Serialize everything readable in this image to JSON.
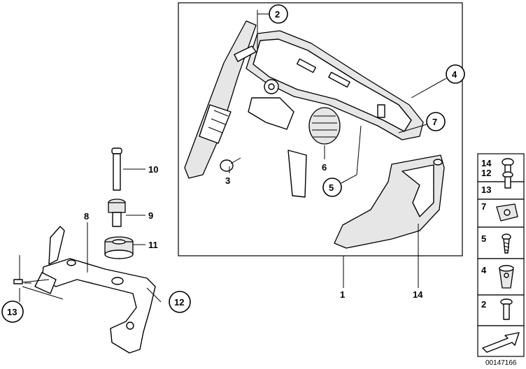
{
  "callouts": {
    "c1": "1",
    "c2": "2",
    "c3": "3",
    "c4": "4",
    "c5": "5",
    "c6": "6",
    "c7": "7",
    "c8": "8",
    "c9": "9",
    "c10": "10",
    "c11": "11",
    "c12": "12",
    "c13": "13",
    "c14": "14"
  },
  "legend": {
    "r1": "14",
    "r2a": "12",
    "r2b": "13",
    "r3": "7",
    "r4": "5",
    "r5": "4",
    "r6": "2"
  },
  "document_number": "00147166"
}
